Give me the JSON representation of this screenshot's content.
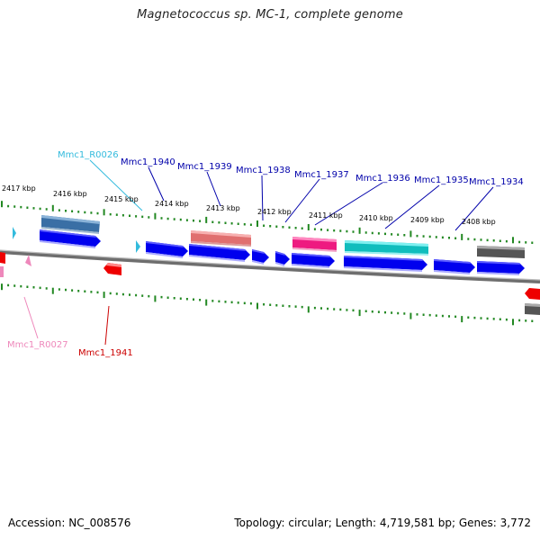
{
  "title": "Magnetococcus sp. MC-1, complete genome",
  "footer": {
    "accession": "Accession: NC_008576",
    "summary": "Topology: circular; Length: 4,719,581 bp; Genes: 3,772"
  },
  "ruler": {
    "labels": [
      "2417 kbp",
      "2416 kbp",
      "2415 kbp",
      "2414 kbp",
      "2413 kbp",
      "2412 kbp",
      "2411 kbp",
      "2410 kbp",
      "2409 kbp",
      "2408 kbp"
    ]
  },
  "gene_labels": {
    "top": [
      {
        "text": "Mmc1_R0026",
        "color": "#33bbdd"
      },
      {
        "text": "Mmc1_1940",
        "color": "#0000aa"
      },
      {
        "text": "Mmc1_1939",
        "color": "#0000aa"
      },
      {
        "text": "Mmc1_1938",
        "color": "#0000aa"
      },
      {
        "text": "Mmc1_1937",
        "color": "#0000aa"
      },
      {
        "text": "Mmc1_1936",
        "color": "#0000aa"
      },
      {
        "text": "Mmc1_1935",
        "color": "#0000aa"
      },
      {
        "text": "Mmc1_1934",
        "color": "#0000aa"
      }
    ],
    "bottom": [
      {
        "text": "Mmc1_R0027",
        "color": "#ee88bb"
      },
      {
        "text": "Mmc1_1941",
        "color": "#cc0000"
      }
    ]
  },
  "colors": {
    "cds": "#0000ee",
    "backbone": "#808080",
    "tick": "#228822",
    "trna": "#33bbdd",
    "rrna": "#ee88bb",
    "reverse_cds": "#ee0000",
    "cog_steelblue": "#4a7fb0",
    "cog_salmon": "#f08080",
    "cog_magenta": "#ee2288",
    "cog_cyan": "#11cccc",
    "cog_gray": "#606060"
  }
}
